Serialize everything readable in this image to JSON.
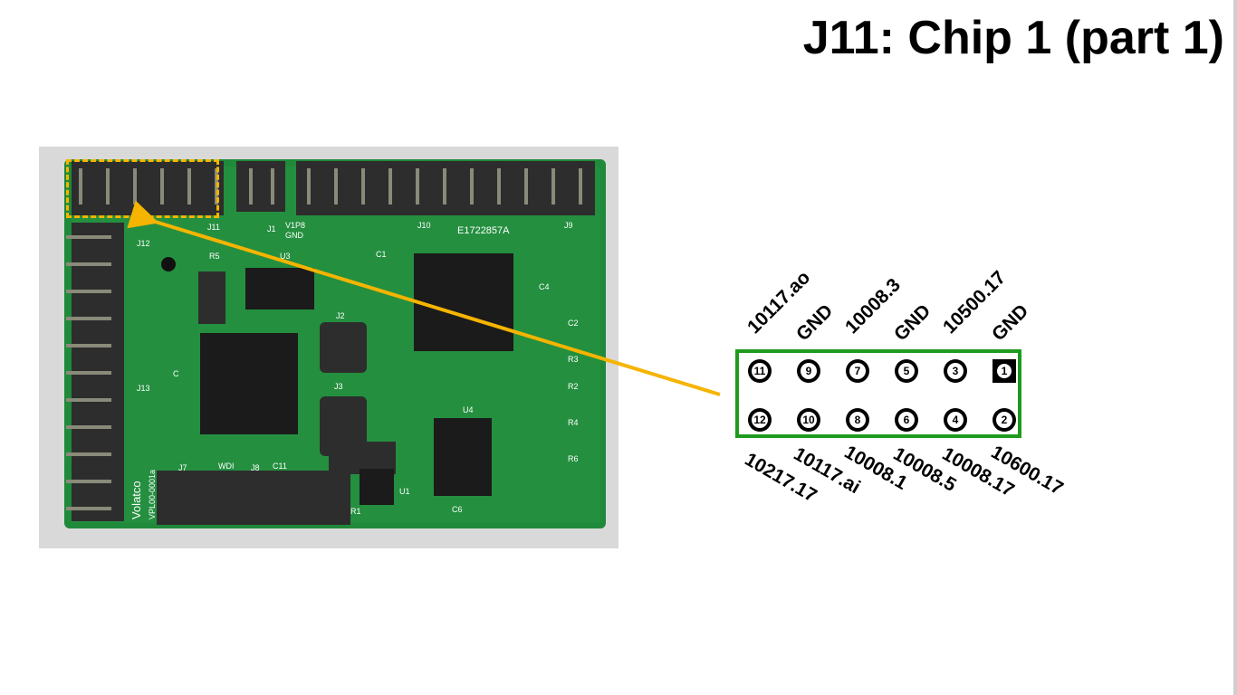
{
  "slide": {
    "title": "J11: Chip 1 (part 1)"
  },
  "board": {
    "labels": {
      "j11": "J11",
      "j1": "J1",
      "v1p8": "V1P8",
      "gnd": "GND",
      "j10": "J10",
      "serial": "E1722857A",
      "j9": "J9",
      "j12": "J12",
      "r5": "R5",
      "u3": "U3",
      "c1": "C1",
      "c4": "C4",
      "c2": "C2",
      "j2": "J2",
      "r3": "R3",
      "r2": "R2",
      "r4": "R4",
      "r6": "R6",
      "u4": "U4",
      "c": "C",
      "j13": "J13",
      "j3": "J3",
      "brand": "Volatco",
      "part": "VPL00-0001a",
      "j7": "J7",
      "wdi": "WDI",
      "j8": "J8",
      "c11": "C11",
      "u1": "U1",
      "r1": "R1",
      "c6": "C6"
    }
  },
  "header_pins": {
    "top_row": [
      {
        "num": "11",
        "label": "10117.ao"
      },
      {
        "num": "9",
        "label": "GND"
      },
      {
        "num": "7",
        "label": "10008.3"
      },
      {
        "num": "5",
        "label": "GND"
      },
      {
        "num": "3",
        "label": "10500.17"
      },
      {
        "num": "1",
        "label": "GND"
      }
    ],
    "bottom_row": [
      {
        "num": "12",
        "label": "10217.17"
      },
      {
        "num": "10",
        "label": "10117.ai"
      },
      {
        "num": "8",
        "label": "10008.1"
      },
      {
        "num": "6",
        "label": "10008.5"
      },
      {
        "num": "4",
        "label": "10008.17"
      },
      {
        "num": "2",
        "label": "10600.17"
      }
    ]
  },
  "colors": {
    "pcb": "#1f8a3a",
    "highlight": "#f5b400",
    "header_border": "#1e9a1e"
  }
}
